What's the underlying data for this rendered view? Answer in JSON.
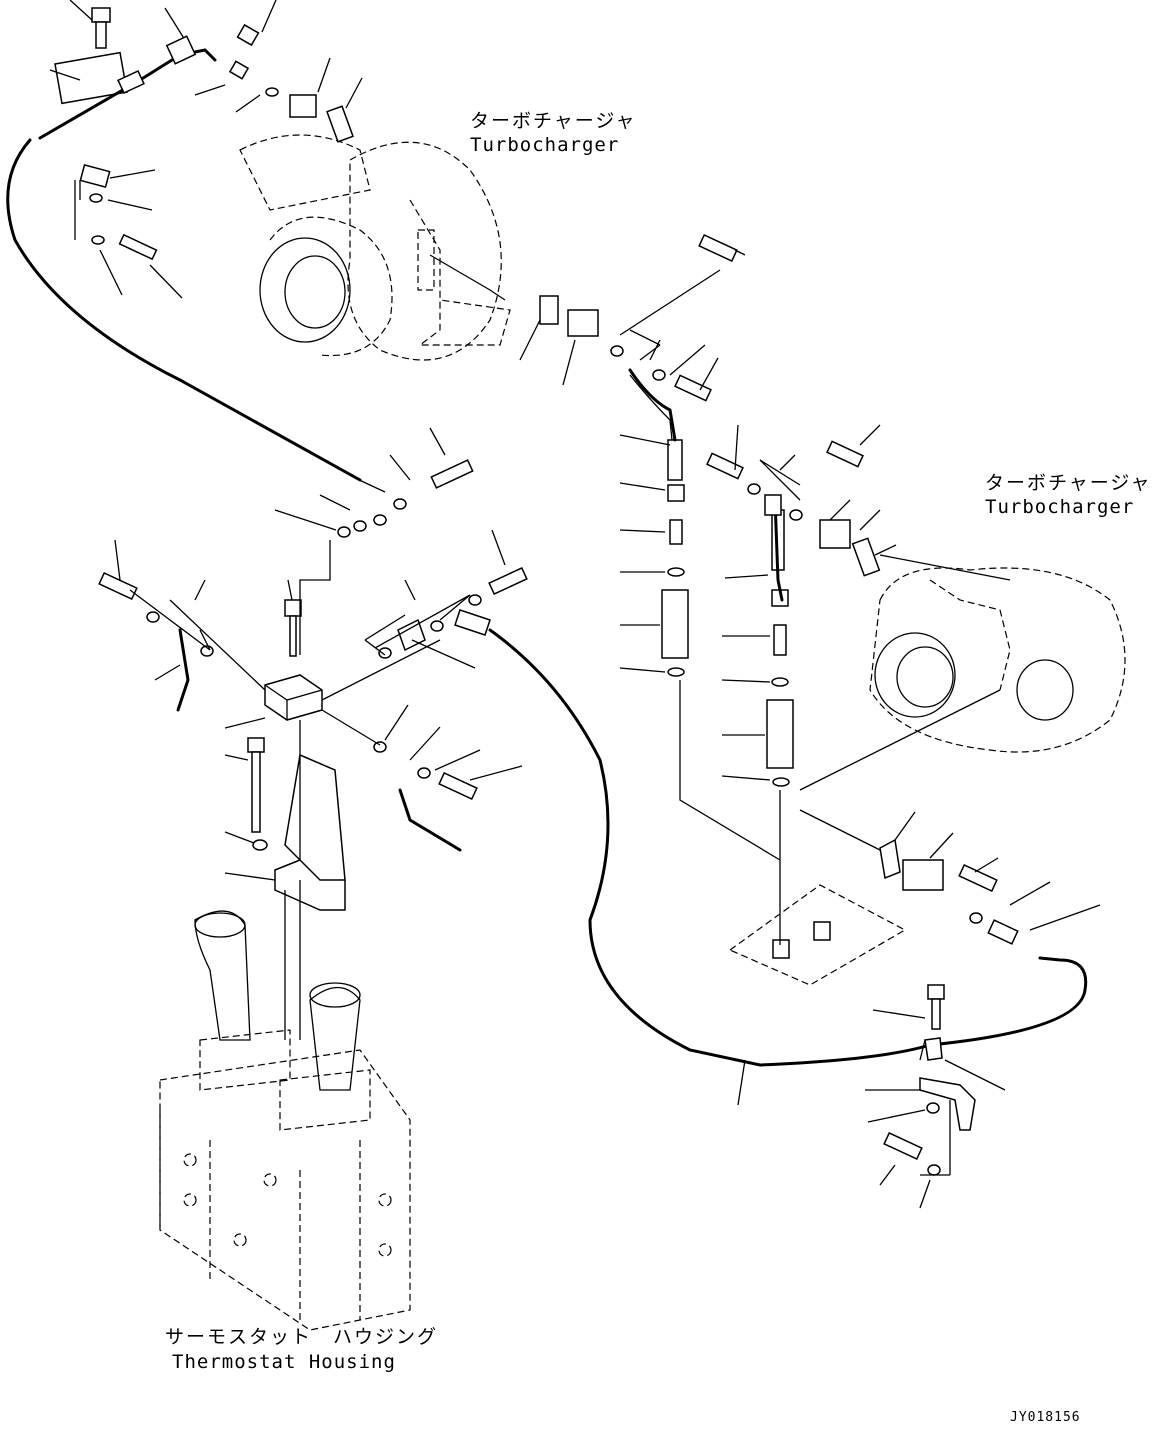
{
  "labels": {
    "turbo_top_jp": "ターボチャージャ",
    "turbo_top_en": "Turbocharger",
    "turbo_right_jp": "ターボチャージャ",
    "turbo_right_en": "Turbocharger",
    "thermo_jp": "サーモスタット　ハウジング",
    "thermo_en": "Thermostat Housing",
    "drawing_code": "JY018156"
  }
}
